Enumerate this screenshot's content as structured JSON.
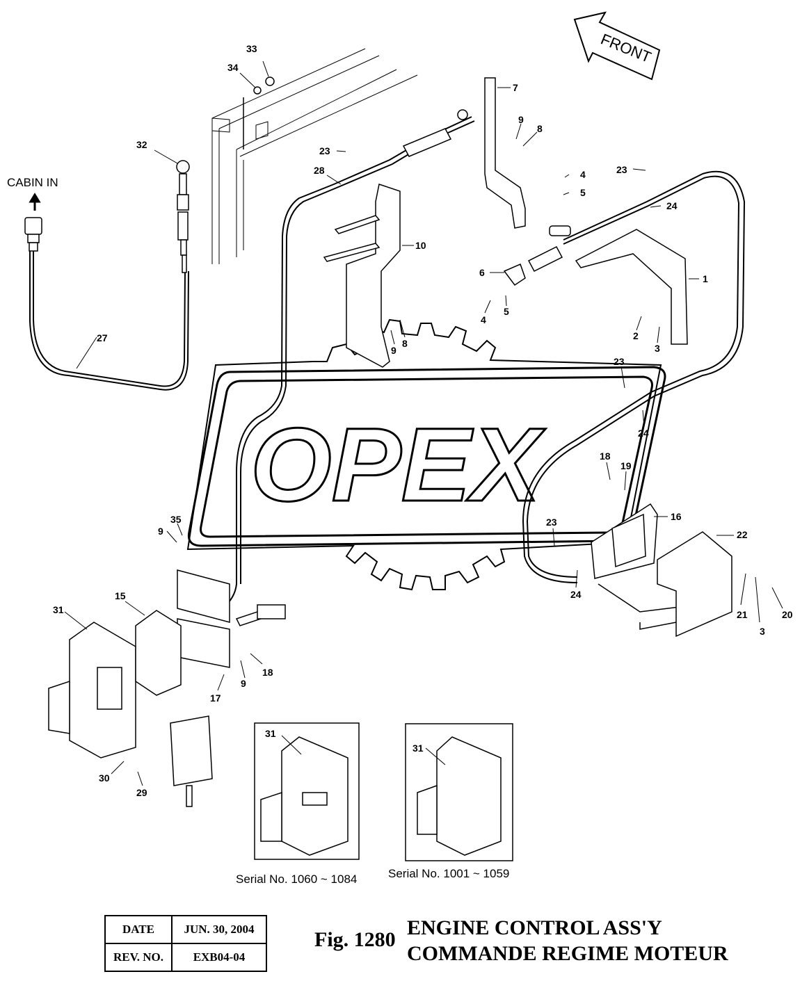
{
  "diagram": {
    "front_arrow_label": "FRONT",
    "cabin_label": "CABIN IN",
    "watermark": "OPEX",
    "callouts": [
      {
        "id": "c33",
        "label": "33"
      },
      {
        "id": "c34",
        "label": "34"
      },
      {
        "id": "c32",
        "label": "32"
      },
      {
        "id": "c7",
        "label": "7"
      },
      {
        "id": "c9a",
        "label": "9"
      },
      {
        "id": "c8a",
        "label": "8"
      },
      {
        "id": "c23a",
        "label": "23"
      },
      {
        "id": "c28",
        "label": "28"
      },
      {
        "id": "c4a",
        "label": "4"
      },
      {
        "id": "c5a",
        "label": "5"
      },
      {
        "id": "c23b",
        "label": "23"
      },
      {
        "id": "c24a",
        "label": "24"
      },
      {
        "id": "c10",
        "label": "10"
      },
      {
        "id": "c6",
        "label": "6"
      },
      {
        "id": "c1",
        "label": "1"
      },
      {
        "id": "c4b",
        "label": "4"
      },
      {
        "id": "c5b",
        "label": "5"
      },
      {
        "id": "c2",
        "label": "2"
      },
      {
        "id": "c3a",
        "label": "3"
      },
      {
        "id": "c9b",
        "label": "9"
      },
      {
        "id": "c8b",
        "label": "8"
      },
      {
        "id": "c27",
        "label": "27"
      },
      {
        "id": "c23c",
        "label": "23"
      },
      {
        "id": "c24b",
        "label": "24"
      },
      {
        "id": "c18a",
        "label": "18"
      },
      {
        "id": "c19",
        "label": "19"
      },
      {
        "id": "c16",
        "label": "16"
      },
      {
        "id": "c22",
        "label": "22"
      },
      {
        "id": "c23d",
        "label": "23"
      },
      {
        "id": "c9c",
        "label": "9"
      },
      {
        "id": "c35",
        "label": "35"
      },
      {
        "id": "c24c",
        "label": "24"
      },
      {
        "id": "c21",
        "label": "21"
      },
      {
        "id": "c3b",
        "label": "3"
      },
      {
        "id": "c20",
        "label": "20"
      },
      {
        "id": "c31a",
        "label": "31"
      },
      {
        "id": "c15",
        "label": "15"
      },
      {
        "id": "c18b",
        "label": "18"
      },
      {
        "id": "c9d",
        "label": "9"
      },
      {
        "id": "c17",
        "label": "17"
      },
      {
        "id": "c30",
        "label": "30"
      },
      {
        "id": "c29",
        "label": "29"
      },
      {
        "id": "c31b",
        "label": "31"
      },
      {
        "id": "c31c",
        "label": "31"
      }
    ],
    "serial_notes": [
      {
        "id": "s1",
        "label": "Serial No. 1060 ~ 1084"
      },
      {
        "id": "s2",
        "label": "Serial No. 1001 ~ 1059"
      }
    ]
  },
  "title_block": {
    "date_label": "DATE",
    "date_value": "JUN. 30, 2004",
    "rev_label": "REV. NO.",
    "rev_value": "EXB04-04"
  },
  "figure": {
    "number": "Fig. 1280",
    "title_en": "ENGINE CONTROL ASS'Y",
    "title_fr": "COMMANDE REGIME MOTEUR"
  }
}
